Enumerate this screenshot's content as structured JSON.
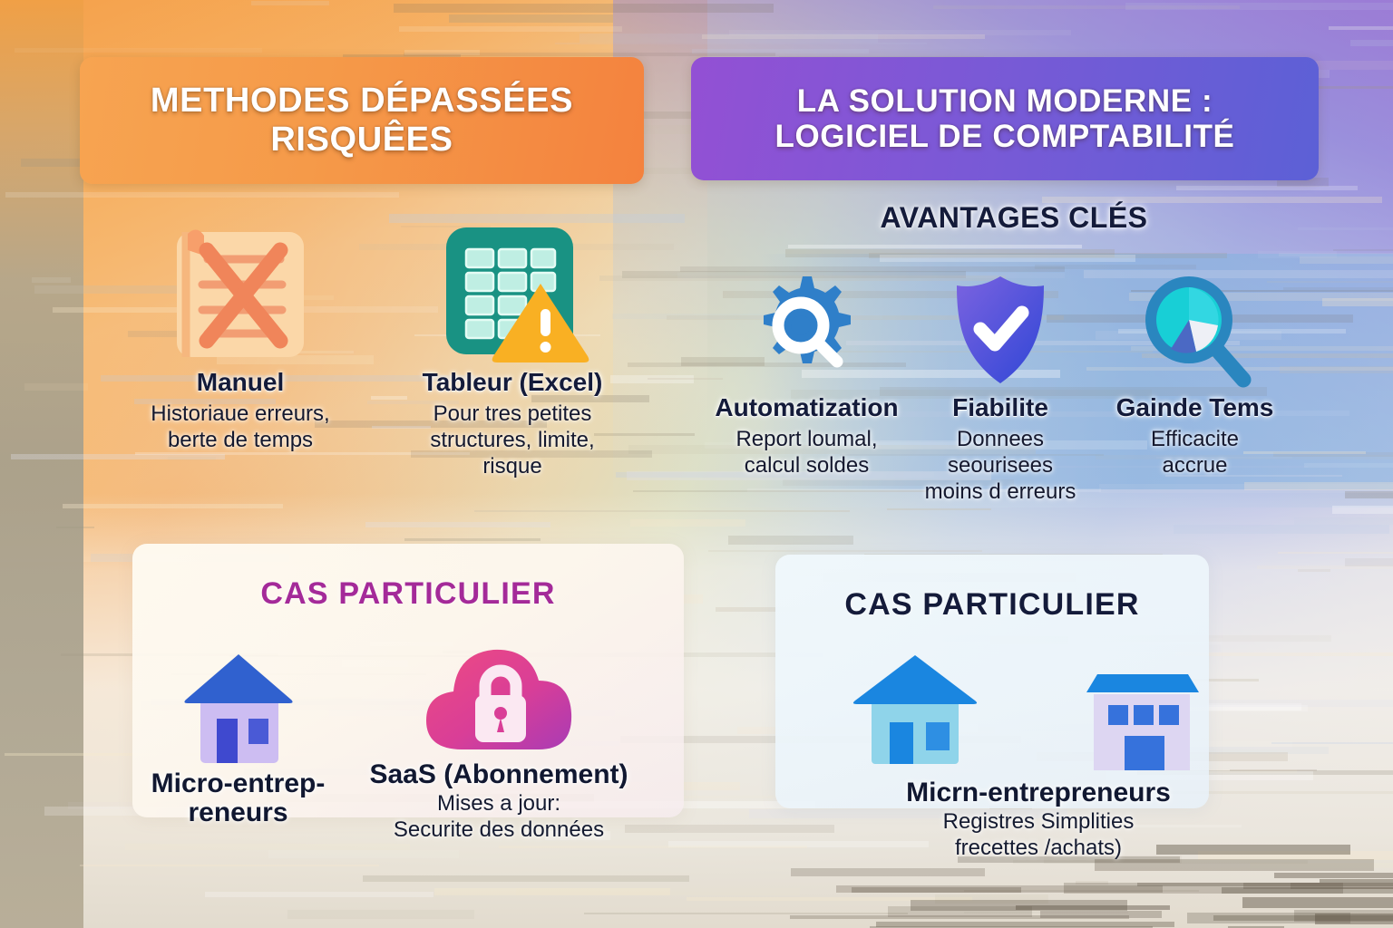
{
  "headers": {
    "left": {
      "line1": "METHODES DÉPASSÉES",
      "line2": "RISQUÊES",
      "color": "#f59a49"
    },
    "right": {
      "line1": "LA SOLUTION MODERNE :",
      "line2": "LOGICIEL DE COMPTABILITÉ",
      "color": "#7a59d6"
    }
  },
  "left_column": {
    "items": [
      {
        "icon": "crossed-out-ledger-icon",
        "title": "Manuel",
        "desc": "Historiaue erreurs,\nberte de temps"
      },
      {
        "icon": "spreadsheet-warning-icon",
        "title": "Tableur (Excel)",
        "desc": "Pour tres petites\nstructures, limite,\nrisque"
      }
    ]
  },
  "right_column": {
    "section_title": "AVANTAGES CLÉS",
    "items": [
      {
        "icon": "gear-magnifier-icon",
        "title": "Automatization",
        "desc": "Report loumal,\ncalcul soldes"
      },
      {
        "icon": "shield-check-icon",
        "title": "Fiabilite",
        "desc": "Donnees\nseourisees\nmoins d erreurs"
      },
      {
        "icon": "pie-magnifier-icon",
        "title": "Gainde Tems",
        "desc": "Efficacite\naccrue"
      }
    ]
  },
  "card_left": {
    "title": "CAS PARTICULIER",
    "title_color": "#a42a99",
    "items": [
      {
        "icon": "house-icon",
        "title": "Micro-entrep-\nreneurs",
        "desc": ""
      },
      {
        "icon": "cloud-lock-icon",
        "title": "SaaS (Abonnement)",
        "desc": "Mises a jour:\nSecurite des données"
      }
    ]
  },
  "card_right": {
    "title": "CAS PARTICULIER",
    "title_color": "#141b3a",
    "items": [
      {
        "icon": "house-icon",
        "icon2": "shop-building-icon",
        "title": "Micrn-entrepreneurs",
        "desc": "Registres Simplities\nfrecettes /achats)"
      }
    ]
  }
}
